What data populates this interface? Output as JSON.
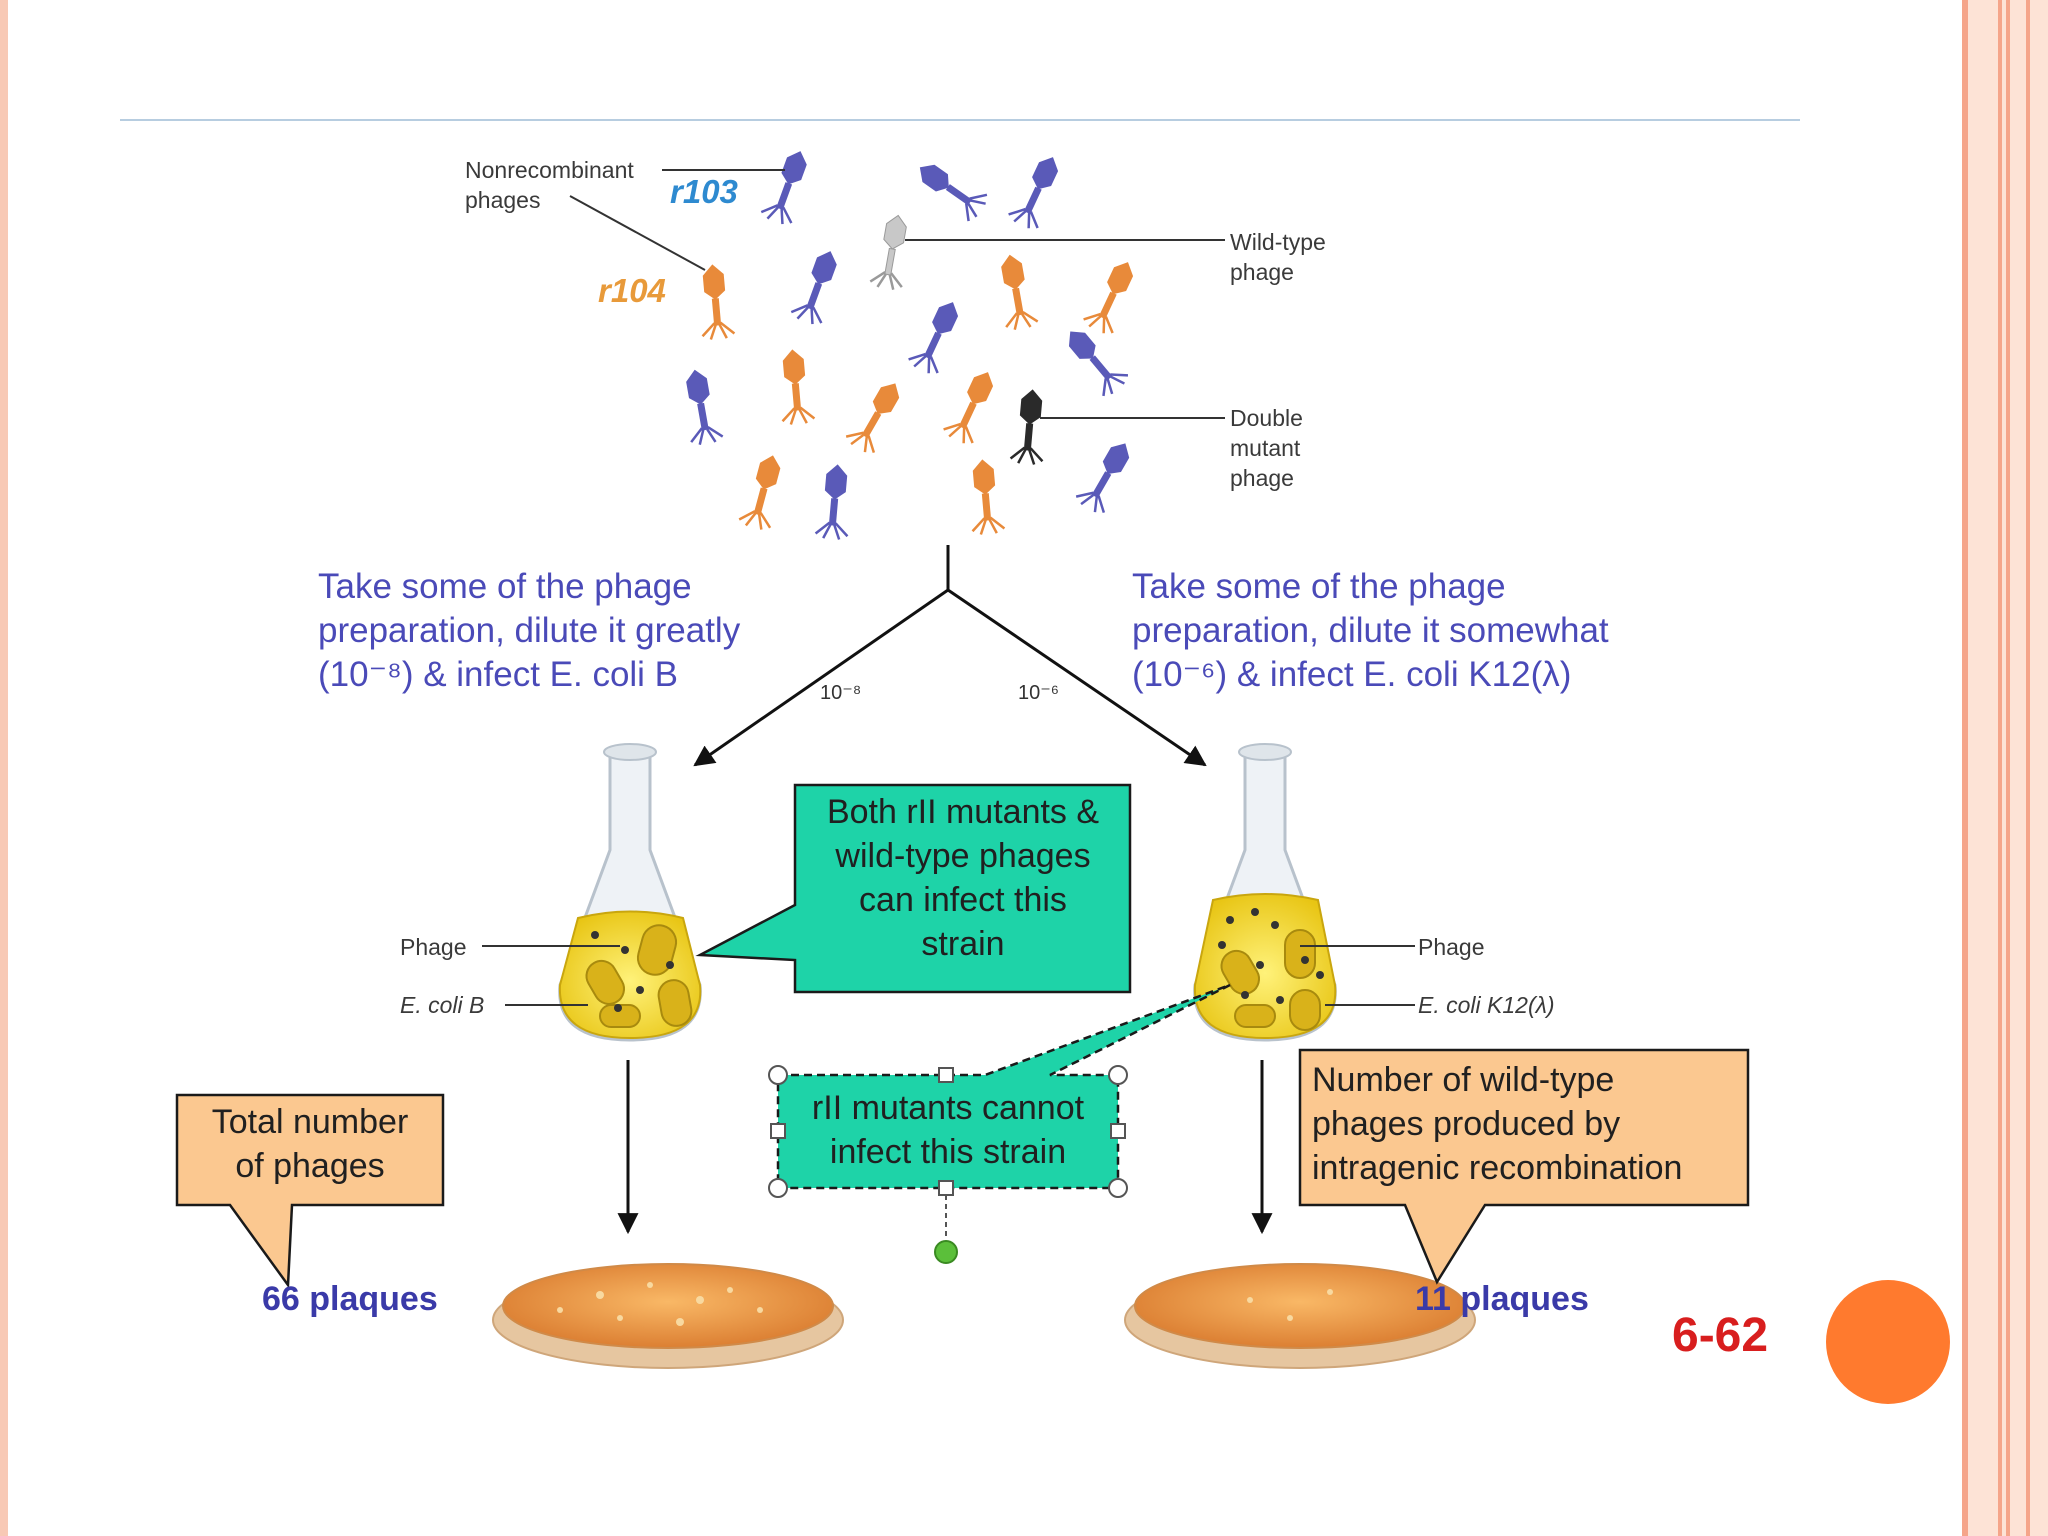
{
  "labels": {
    "nonrecombinant": "Nonrecombinant\nphages",
    "r103": "r103",
    "r104": "r104",
    "wild_type": "Wild-type\nphage",
    "double_mutant": "Double\nmutant\nphage",
    "left_instruction": "Take some of the phage\npreparation, dilute it greatly\n(10⁻⁸) & infect E. coli B",
    "right_instruction": "Take some of the phage\npreparation, dilute it somewhat\n(10⁻⁶) & infect E. coli K12(λ)",
    "dilution_left": "10⁻⁸",
    "dilution_right": "10⁻⁶",
    "left_flask_phage": "Phage",
    "left_flask_ecoli": "E. coli B",
    "right_flask_phage": "Phage",
    "right_flask_ecoli": "E. coli K12(λ)",
    "callout_both": "Both rII mutants &\nwild-type phages\ncan infect this\nstrain",
    "callout_rii": "rII mutants cannot\ninfect this strain",
    "callout_total": "Total number\nof phages",
    "callout_wildtype": "Number of wild-type\nphages produced by\nintragenic recombination",
    "plaques_left": "66 plaques",
    "plaques_right": "11 plaques",
    "slide_number": "6-62"
  },
  "colors": {
    "blue_phage": "#5a5ab8",
    "orange_phage": "#e88a3a",
    "wild_phage": "#c8c8c8",
    "double_phage": "#2a2a2a",
    "callout_green": "#1ed3a8",
    "callout_tan": "#fbc890",
    "slide_accent": "#f5a58a",
    "orange_circle": "#ff7a2e",
    "slide_number": "#d81e1e"
  }
}
